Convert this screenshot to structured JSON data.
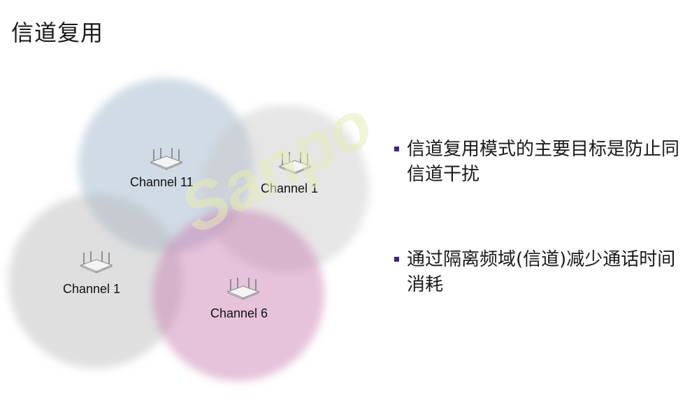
{
  "slide": {
    "title": "信道复用"
  },
  "diagram": {
    "cells": [
      {
        "label": "Channel 11",
        "color": "#96afc8"
      },
      {
        "label": "Channel 1",
        "color": "#c8c8c8"
      },
      {
        "label": "Channel 1",
        "color": "#b9b9b9"
      },
      {
        "label": "Channel 6",
        "color": "#c878af"
      }
    ],
    "watermark": "Sanpo",
    "icon": "wireless-access-point-icon"
  },
  "bullets": [
    {
      "text": "信道复用模式的主要目标是防止同信道干扰"
    },
    {
      "text": "通过隔离频域(信道)减少通话时间消耗"
    }
  ],
  "colors": {
    "bullet_marker": "#4b1a8a"
  }
}
